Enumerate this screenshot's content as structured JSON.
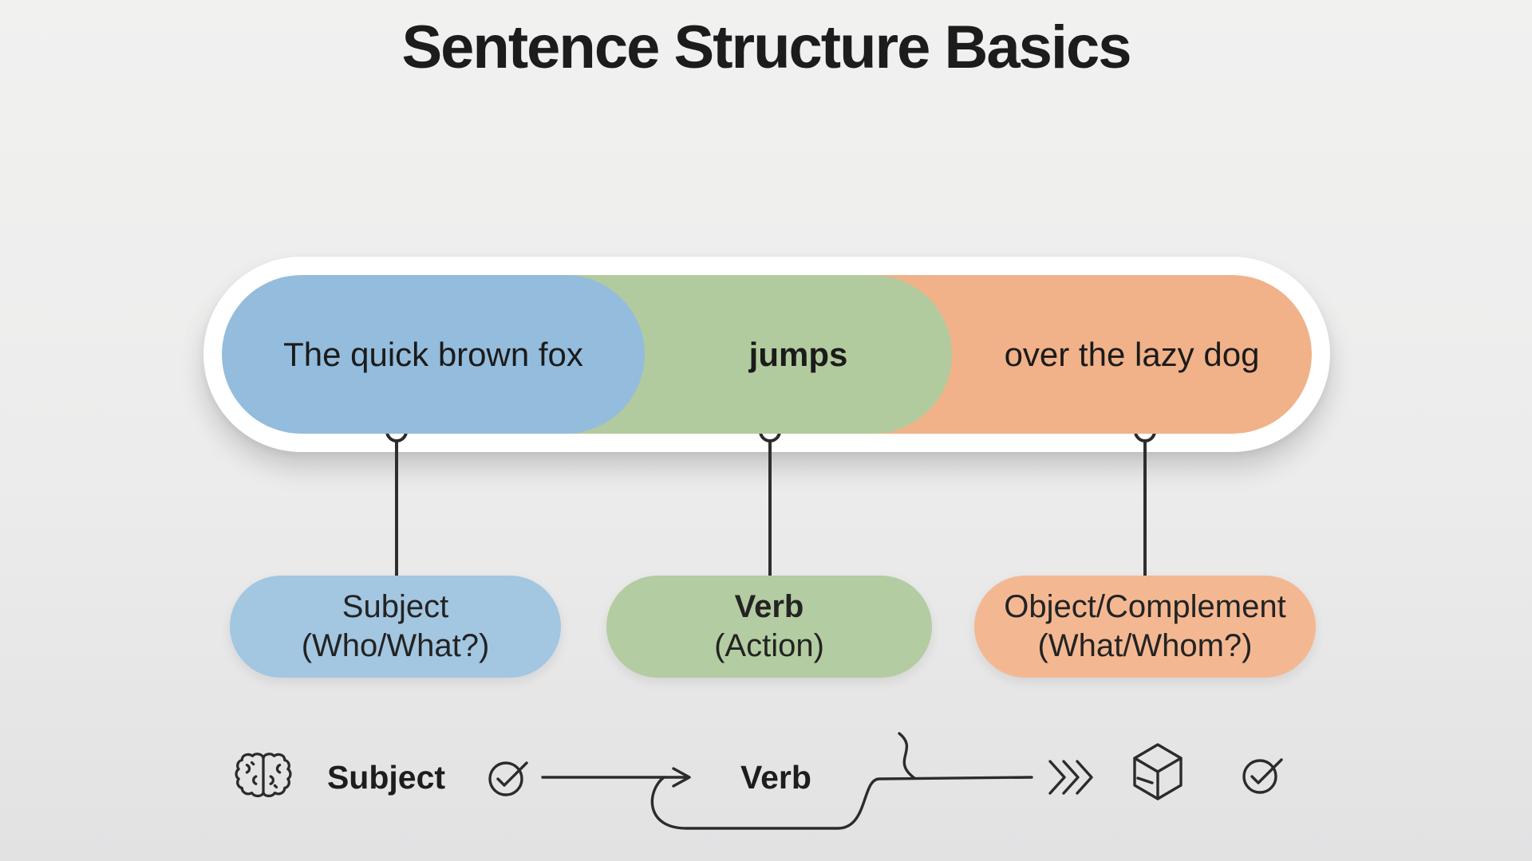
{
  "title": "Sentence Structure Basics",
  "sentence_bar": {
    "segments": [
      {
        "role": "subject",
        "text": "The quick brown fox",
        "color": "#94bcdc"
      },
      {
        "role": "verb",
        "text": "jumps",
        "color": "#b2cb9e"
      },
      {
        "role": "object",
        "text": "over the lazy dog",
        "color": "#f1b289"
      }
    ]
  },
  "role_labels": [
    {
      "title": "Subject",
      "subtitle": "(Who/What?)",
      "color": "#a3c6e1"
    },
    {
      "title": "Verb",
      "subtitle": "(Action)",
      "color": "#b3cca1"
    },
    {
      "title": "Object/Complement",
      "subtitle": "(What/Whom?)",
      "color": "#f3b892"
    }
  ],
  "legend": {
    "subject_label": "Subject",
    "verb_label": "Verb",
    "icons": [
      "brain-icon",
      "check-circle-icon",
      "arrow-right-icon",
      "loop-flow-line",
      "squiggle-line",
      "triple-chevron-icon",
      "cube-icon",
      "check-circle-icon"
    ]
  },
  "colors": {
    "background": "#ececec",
    "card": "#ffffff",
    "ink": "#1d1d1d",
    "line_art": "#2b2b2b",
    "blue": "#94bcdc",
    "green": "#b2cb9e",
    "orange": "#f1b289"
  }
}
